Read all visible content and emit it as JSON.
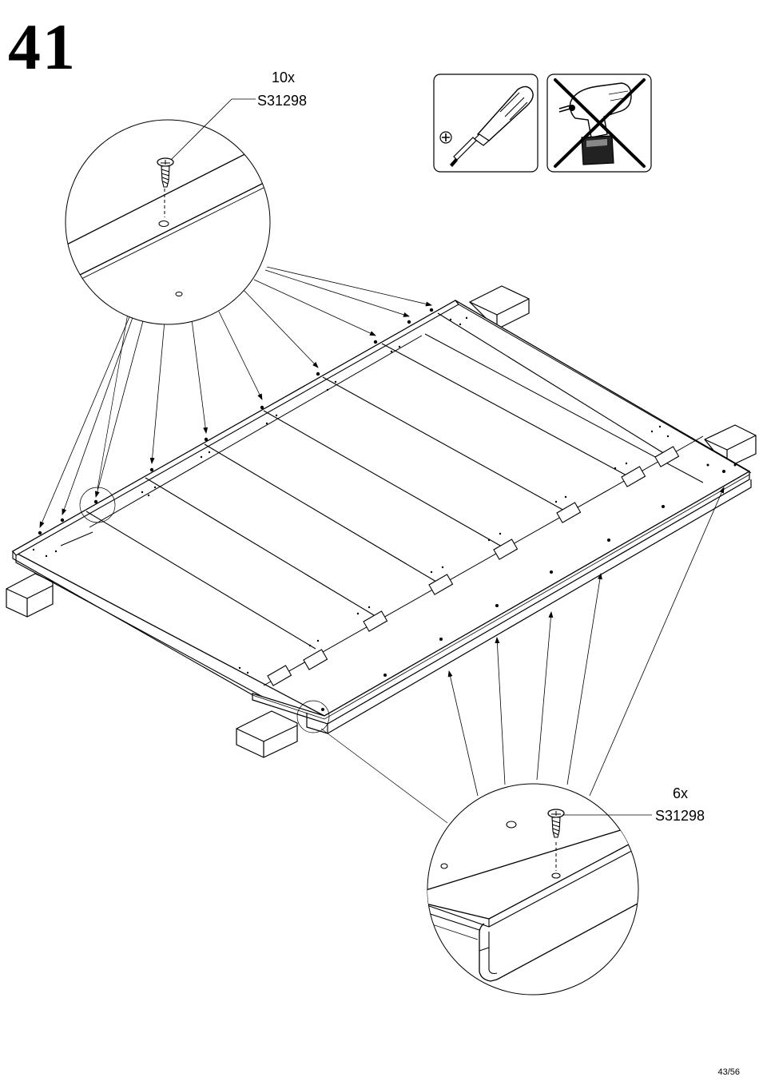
{
  "step": {
    "number": "41"
  },
  "callout_top": {
    "quantity": "10x",
    "part_code": "S31298"
  },
  "callout_bottom": {
    "quantity": "6x",
    "part_code": "S31298"
  },
  "tools": {
    "allowed": {
      "icon": "screwdriver-icon",
      "bit": "phillips-icon"
    },
    "forbidden": {
      "icon": "power-drill-icon",
      "mark": "cross-out-icon"
    }
  },
  "page": {
    "number": "43/56"
  }
}
